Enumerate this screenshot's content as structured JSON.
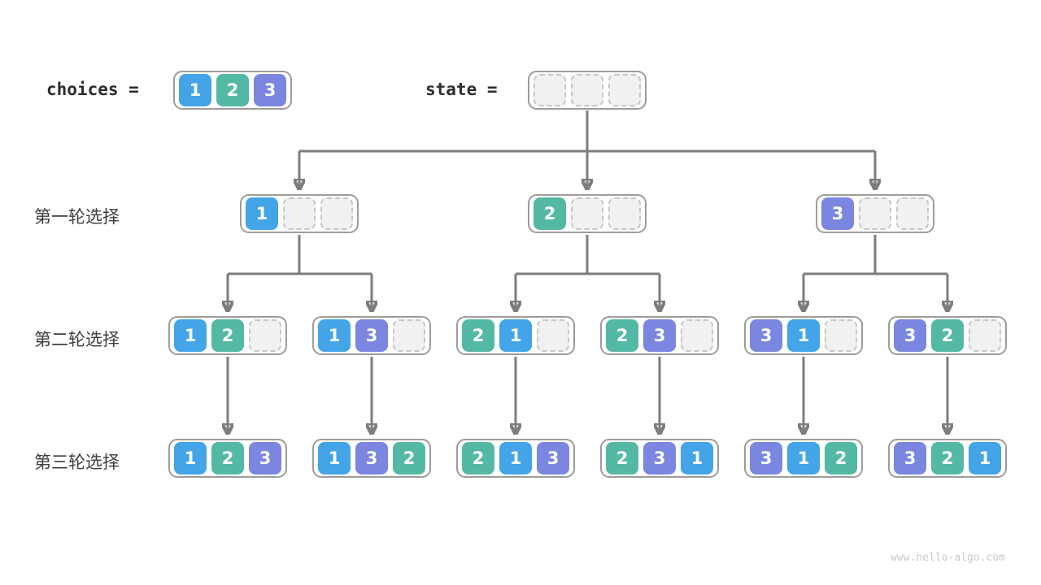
{
  "header": {
    "choices_text": "choices =",
    "state_text": "state =",
    "choices_values": [
      "1",
      "2",
      "3"
    ],
    "state_values": [
      "",
      "",
      ""
    ]
  },
  "palette": {
    "1": "#43a4e8",
    "2": "#54b9a4",
    "3": "#7b86e0",
    "empty_fill": "#f1f1f1",
    "empty_border": "#c7c7c7",
    "node_border": "#9c9c9c",
    "arrow": "#7d7d7d"
  },
  "rows": [
    {
      "label": "第一轮选择",
      "nodes": [
        [
          "1",
          "",
          ""
        ],
        [
          "2",
          "",
          ""
        ],
        [
          "3",
          "",
          ""
        ]
      ]
    },
    {
      "label": "第二轮选择",
      "nodes": [
        [
          "1",
          "2",
          ""
        ],
        [
          "1",
          "3",
          ""
        ],
        [
          "2",
          "1",
          ""
        ],
        [
          "2",
          "3",
          ""
        ],
        [
          "3",
          "1",
          ""
        ],
        [
          "3",
          "2",
          ""
        ]
      ]
    },
    {
      "label": "第三轮选择",
      "nodes": [
        [
          "1",
          "2",
          "3"
        ],
        [
          "1",
          "3",
          "2"
        ],
        [
          "2",
          "1",
          "3"
        ],
        [
          "2",
          "3",
          "1"
        ],
        [
          "3",
          "1",
          "2"
        ],
        [
          "3",
          "2",
          "1"
        ]
      ]
    }
  ],
  "watermark": "www.hello-algo.com"
}
